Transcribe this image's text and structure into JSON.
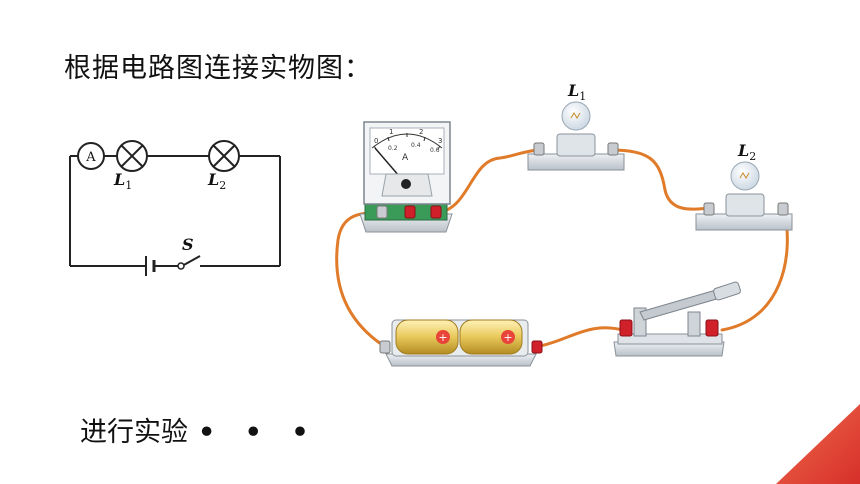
{
  "title": "根据电路图连接实物图：",
  "footer": {
    "text": "进行实验",
    "dots": "• • •"
  },
  "schematic": {
    "ammeter_symbol": "A",
    "lamp1_label": "L",
    "lamp1_sub": "1",
    "lamp2_label": "L",
    "lamp2_sub": "2",
    "switch_label": "S"
  },
  "real": {
    "lamp1_label": "L",
    "lamp1_sub": "1",
    "lamp2_label": "L",
    "lamp2_sub": "2",
    "meter_unit": "A",
    "meter_scale_top": [
      "0",
      "1",
      "2",
      "3"
    ],
    "meter_scale_bottom": [
      "0.2",
      "0.4",
      "0.6"
    ]
  },
  "colors": {
    "wire": "#e07b2a",
    "accent": "#e8443a",
    "terminal_red": "#d0202a",
    "battery": "#e8c85a"
  }
}
